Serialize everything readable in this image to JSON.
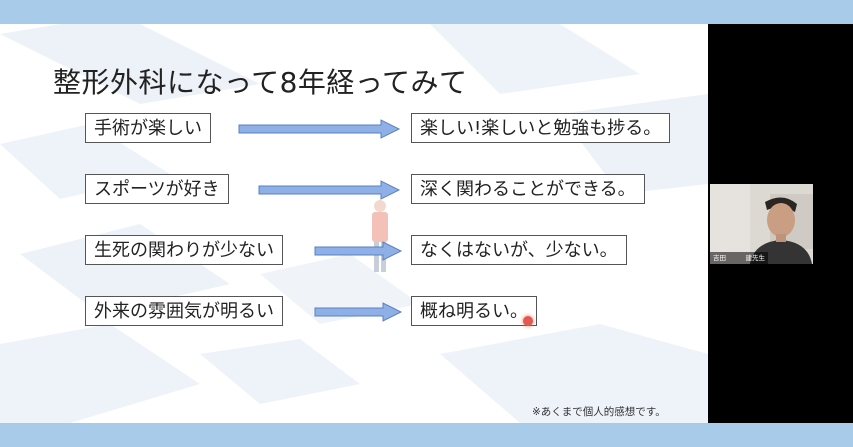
{
  "slide": {
    "title": "整形外科になって8年経ってみて",
    "rows": [
      {
        "left": "手術が楽しい",
        "right": "楽しい!楽しいと勉強も捗る。"
      },
      {
        "left": "スポーツが好き",
        "right": "深く関わることができる。"
      },
      {
        "left": "生死の関わりが少ない",
        "right": "なくはないが、少ない。"
      },
      {
        "left": "外来の雰囲気が明るい",
        "right": "概ね明るい。"
      }
    ],
    "note": "※あくまで個人的感想です。"
  },
  "video": {
    "participant_name": "吉田　　　建先生"
  },
  "colors": {
    "frame": "#a9cbea",
    "arrow": "#8fb0e6",
    "arrow_stroke": "#5a7fc0",
    "pointer": "#e05a4f"
  }
}
